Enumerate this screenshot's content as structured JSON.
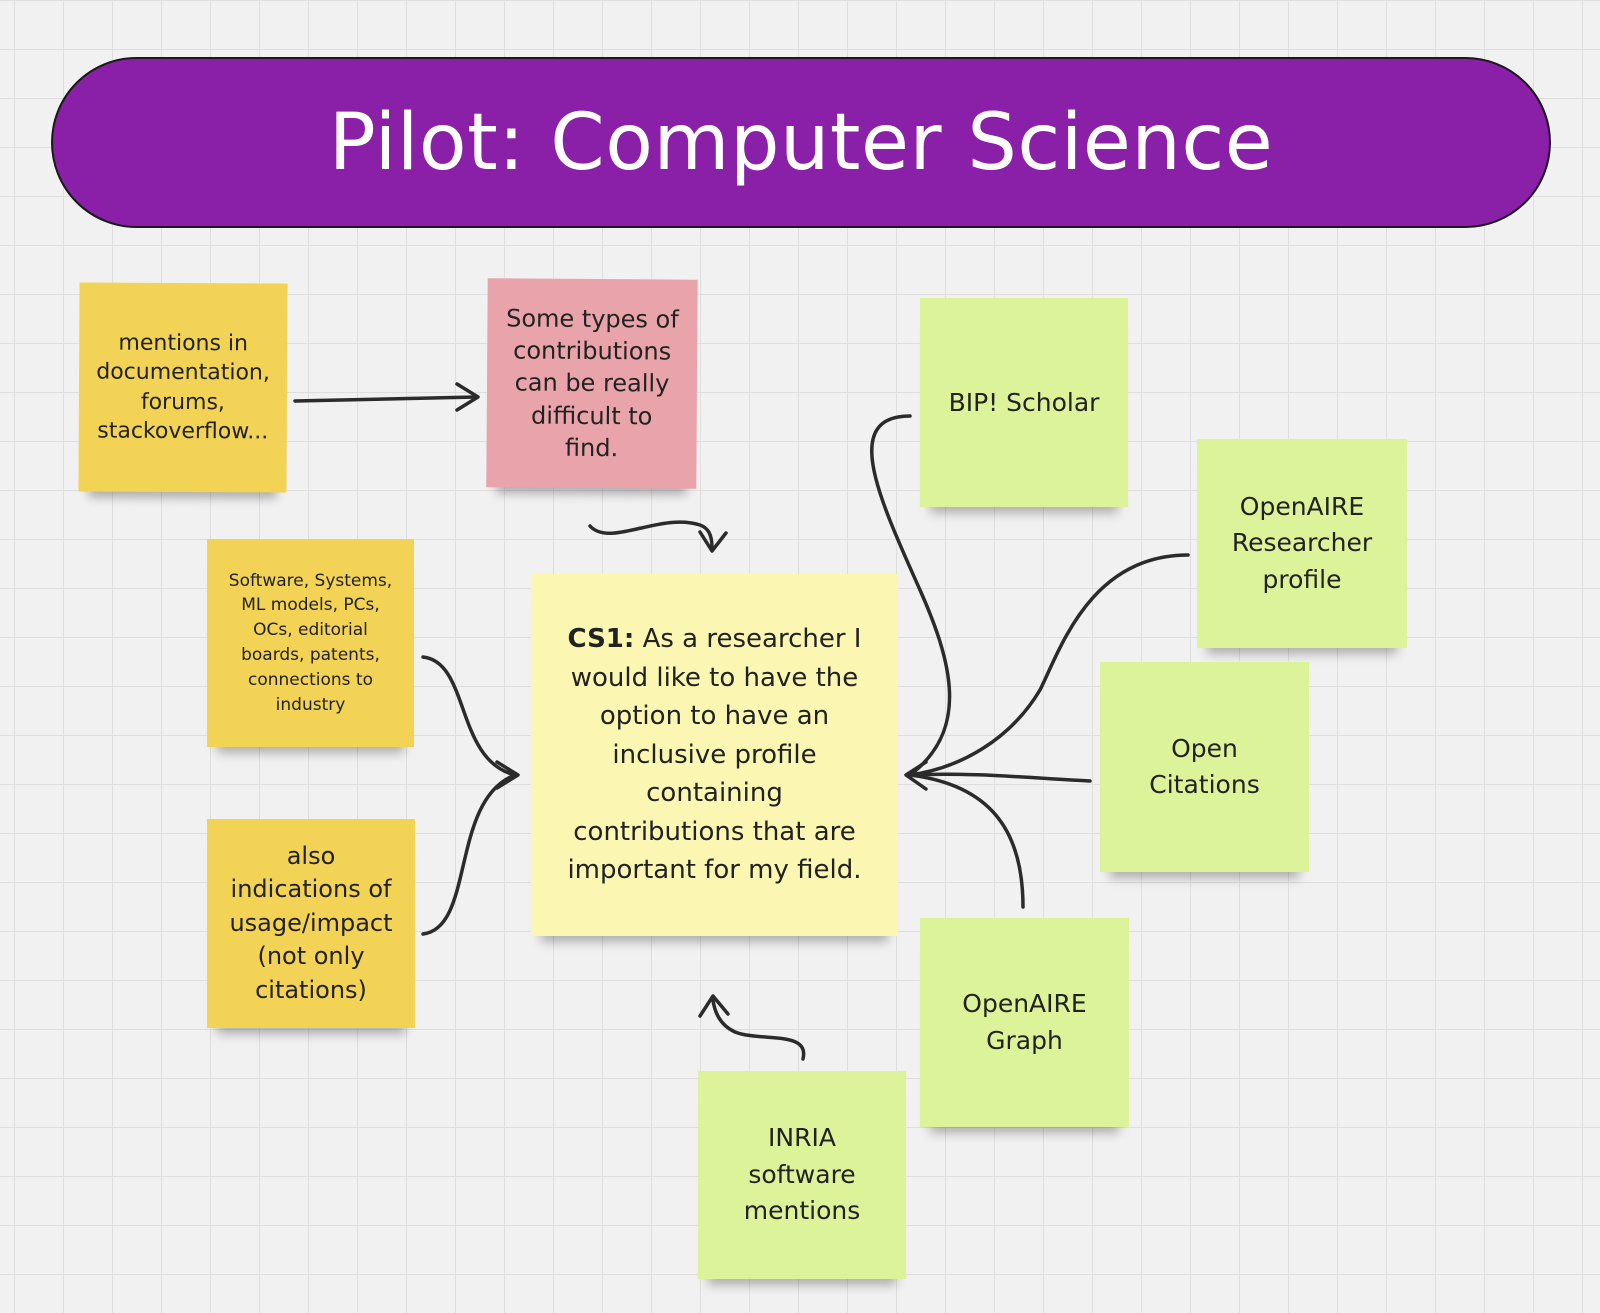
{
  "title": "Pilot: Computer Science",
  "notes": {
    "mentions": [
      "mentions in",
      "documentation,",
      "forums,",
      "stackoverflow..."
    ],
    "some_types": [
      "Some types of",
      "contributions",
      "can be really",
      "difficult to",
      "find."
    ],
    "software": [
      "Software, Systems,",
      "ML models, PCs,",
      "OCs, editorial",
      "boards, patents,",
      "connections to",
      "industry"
    ],
    "also": [
      "also",
      "indications of",
      "usage/impact",
      "(not only",
      "citations)"
    ],
    "cs1": {
      "label": "CS1:",
      "text": "As a researcher I would like to have the option to have an inclusive profile containing contributions that are important for my field."
    },
    "bip": [
      "BIP! Scholar"
    ],
    "openaire_researcher": [
      "OpenAIRE",
      "Researcher",
      "profile"
    ],
    "open_citations": [
      "Open",
      "Citations"
    ],
    "openaire_graph": [
      "OpenAIRE",
      "Graph"
    ],
    "inria": [
      "INRIA",
      "software",
      "mentions"
    ]
  },
  "colors": {
    "title_bg": "#8a1fa8",
    "yellow_note": "#f2d356",
    "pink_note": "#e8a4aa",
    "pale_note": "#fbf6b2",
    "green_note": "#dcf39a"
  }
}
